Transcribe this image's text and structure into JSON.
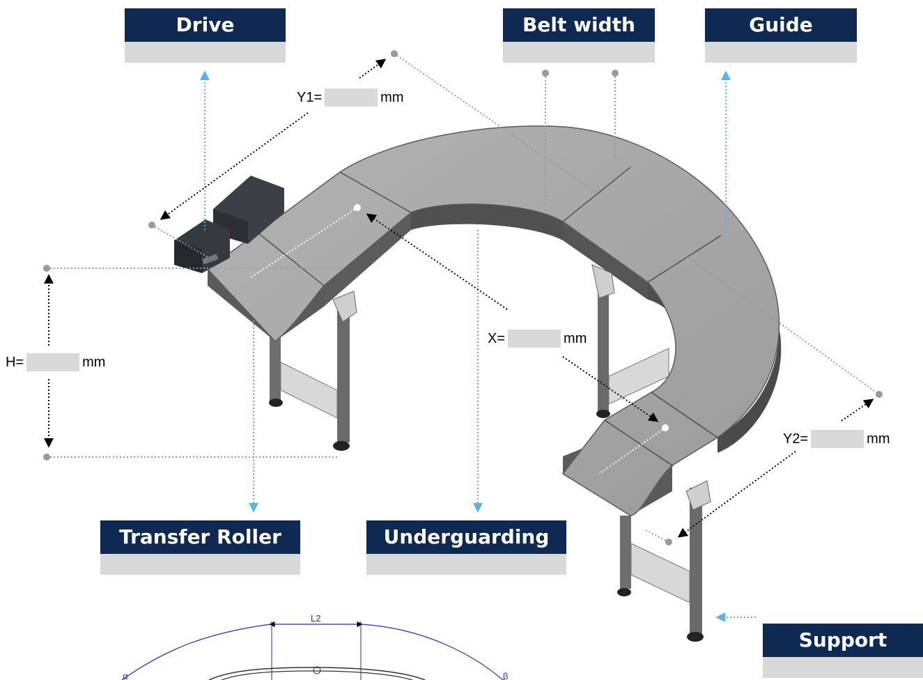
{
  "tags": {
    "drive": {
      "label": "Drive",
      "value": ""
    },
    "belt_width": {
      "label": "Belt width",
      "value": ""
    },
    "guide": {
      "label": "Guide",
      "value": ""
    },
    "transfer_roller": {
      "label": "Transfer Roller",
      "value": ""
    },
    "underguarding": {
      "label": "Underguarding",
      "value": ""
    },
    "support": {
      "label": "Support",
      "value": ""
    }
  },
  "dimensions": {
    "y1": {
      "prefix": "Y1=",
      "value": "",
      "unit": "mm"
    },
    "x": {
      "prefix": "X=",
      "value": "",
      "unit": "mm"
    },
    "h": {
      "prefix": "H=",
      "value": "",
      "unit": "mm"
    },
    "y2": {
      "prefix": "Y2=",
      "value": "",
      "unit": "mm"
    }
  },
  "plan_view": {
    "l2_label": "L2",
    "alpha_label": "α",
    "beta_label": "β"
  },
  "colors": {
    "header_bg": "#0e2a52",
    "field_bg": "#d9d9d9",
    "leader_blue": "#5bb4e0",
    "leader_grey": "#9a9a9a",
    "belt_top": "#a7a7a7",
    "belt_side": "#5e5e5e",
    "plan_line": "#1e2ad8"
  }
}
